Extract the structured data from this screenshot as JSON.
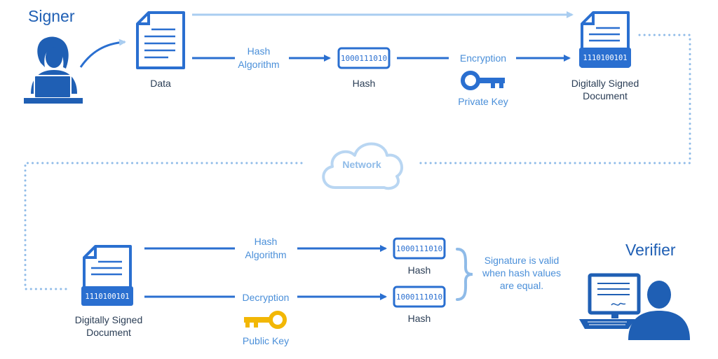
{
  "roles": {
    "signer": "Signer",
    "verifier": "Verifier"
  },
  "signing": {
    "data_label": "Data",
    "hash_algorithm_line1": "Hash",
    "hash_algorithm_line2": "Algorithm",
    "hash_label": "Hash",
    "hash_bits": "1000111010",
    "encryption_label": "Encryption",
    "private_key_label": "Private Key",
    "signed_doc_line1": "Digitally Signed",
    "signed_doc_line2": "Document",
    "signed_bits": "1110100101"
  },
  "network_label": "Network",
  "verification": {
    "signed_doc_line1": "Digitally Signed",
    "signed_doc_line2": "Document",
    "signed_bits": "1110100101",
    "hash_algorithm_line1": "Hash",
    "hash_algorithm_line2": "Algorithm",
    "decryption_label": "Decryption",
    "public_key_label": "Public Key",
    "hash_top_bits": "1000111010",
    "hash_top_label": "Hash",
    "hash_bottom_bits": "1000111010",
    "hash_bottom_label": "Hash",
    "note_line1": "Signature is valid",
    "note_line2": "when hash values",
    "note_line3": "are equal."
  },
  "colors": {
    "primary": "#2a6fd0",
    "light": "#8fbbe8",
    "key_private": "#2a6fd0",
    "key_public": "#f2b705",
    "text": "#2a3d55"
  },
  "icons": [
    "signer-person-icon",
    "document-icon",
    "private-key-icon",
    "cloud-icon",
    "public-key-icon",
    "verifier-person-icon"
  ]
}
